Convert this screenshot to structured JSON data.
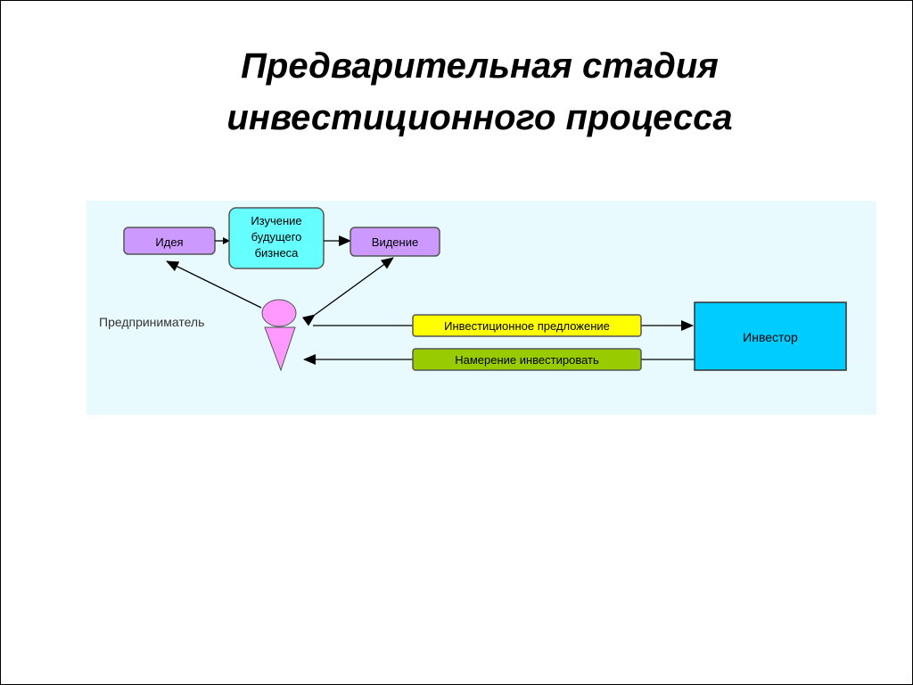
{
  "slide": {
    "title_line1": "Предварительная стадия",
    "title_line2": "инвестиционного процесса"
  },
  "diagram": {
    "idea": "Идея",
    "study_lines": [
      "Изучение",
      "будущего",
      "бизнеса"
    ],
    "vision": "Видение",
    "entrepreneur": "Предприниматель",
    "investment_offer": "Инвестиционное предложение",
    "intention_to_invest": "Намерение инвестировать",
    "investor": "Инвестор"
  },
  "colors": {
    "panel_background": "#e8fafe",
    "idea_box": "#cc99ff",
    "study_box": "#66ffff",
    "vision_box": "#cc99ff",
    "entrepreneur_figure": "#ff99ff",
    "offer_box": "#ffff00",
    "intention_box": "#99cc00",
    "investor_box": "#00ccff"
  }
}
